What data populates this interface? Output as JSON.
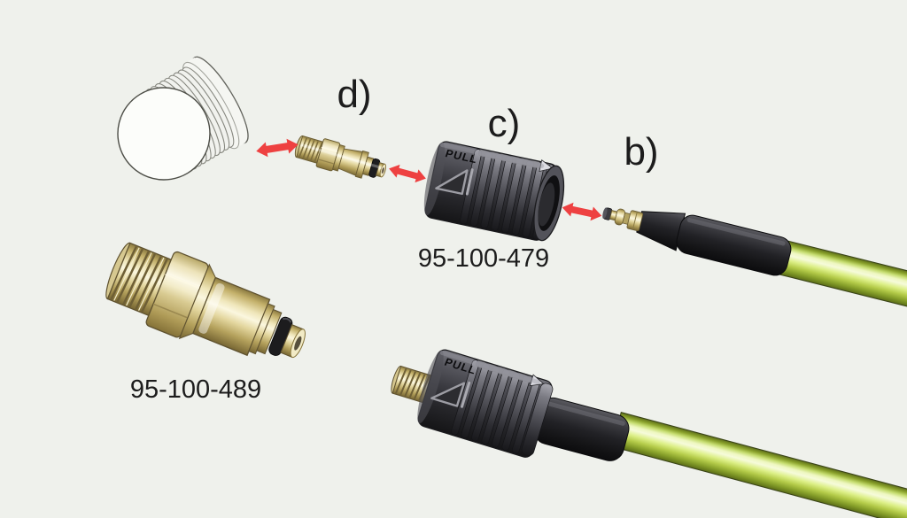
{
  "diagram": {
    "background_color": "#eff1ec",
    "arrow_color": "#ee4141",
    "text_color": "#1c1c1c",
    "callouts": {
      "b": "b)",
      "c": "c)",
      "d": "d)"
    },
    "part_numbers": {
      "coupler": "95-100-479",
      "large_adapter": "95-100-489"
    },
    "markings": {
      "coupler_top": "PULL",
      "coupler_bottom": "PULL"
    },
    "palette": {
      "hose_yellow": "#cfe55a",
      "brass": "#e6daa4",
      "coupler_gray": "#46464c",
      "sleeve_black": "#1f1f22",
      "blank_part_white": "#fbfcf8"
    },
    "icons": {
      "double_arrow": "↔"
    }
  }
}
